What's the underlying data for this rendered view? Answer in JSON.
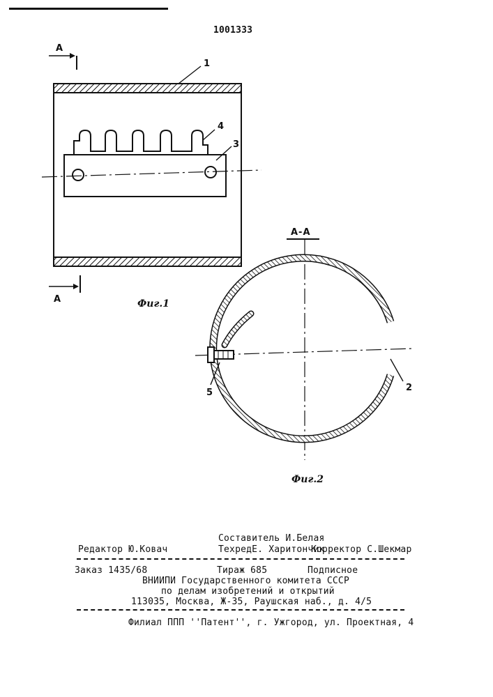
{
  "patent_number": "1001333",
  "figure1": {
    "caption": "Фиг.1",
    "section_marker_top": "А",
    "section_marker_bottom": "А",
    "part_labels": [
      "1",
      "4",
      "3"
    ]
  },
  "figure2": {
    "caption": "Фиг.2",
    "section_title": "А-А",
    "part_labels": [
      "5",
      "2"
    ]
  },
  "colophon": {
    "editor": "Редактор Ю.Ковач",
    "compiler": "Составитель И.Белая",
    "techred": "ТехредЕ. Харитончик",
    "corrector": "Корректор С.Шекмар",
    "order": "Заказ 1435/68",
    "circulation": "Тираж 685",
    "subscription": "Подписное",
    "org_line1": "ВНИИПИ Государственного комитета СССР",
    "org_line2": "по делам изобретений и открытий",
    "org_line3": "113035, Москва, Ж-35, Раушская наб., д. 4/5",
    "branch": "Филиал ППП ''Патент'', г. Ужгород, ул. Проектная, 4"
  }
}
